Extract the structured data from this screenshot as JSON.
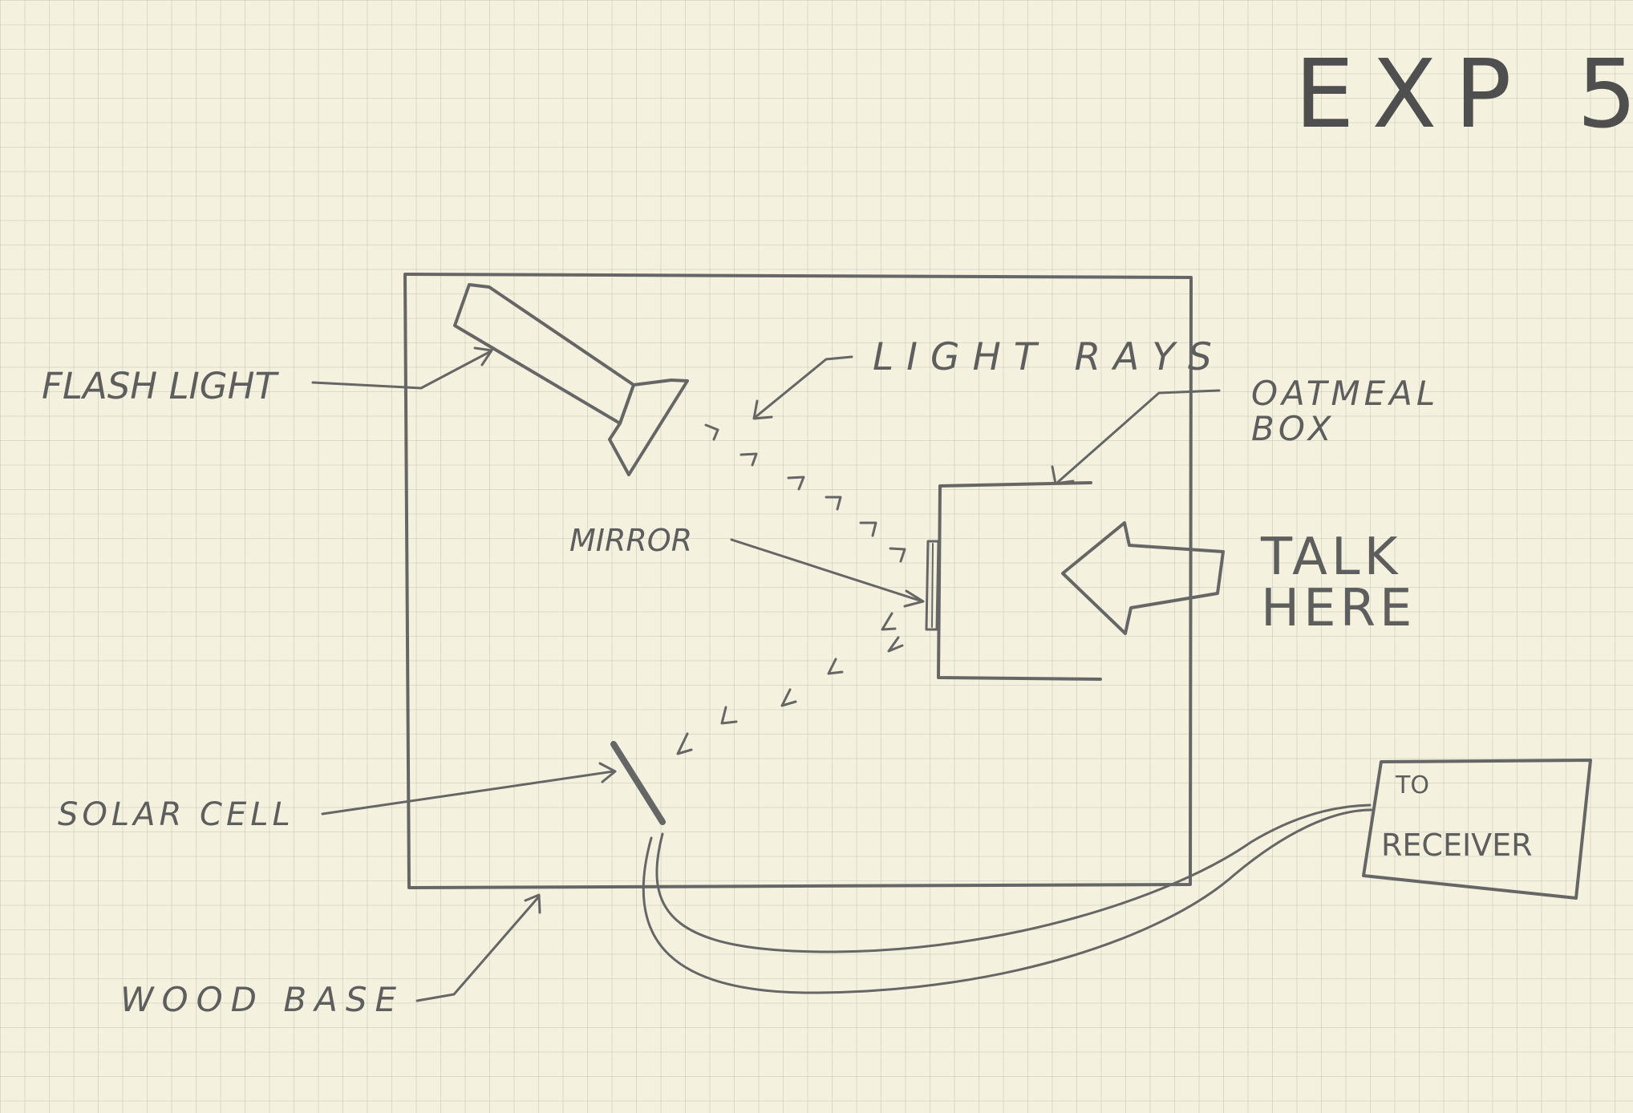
{
  "title": "EXP 5",
  "labels": {
    "flashlight": "FLASH LIGHT",
    "light_rays": "LIGHT RAYS",
    "oatmeal_box_line1": "OATMEAL",
    "oatmeal_box_line2": "BOX",
    "mirror": "MIRROR",
    "talk_here_line1": "TALK",
    "talk_here_line2": "HERE",
    "solar_cell": "SOLAR CELL",
    "wood_base": "WOOD BASE",
    "receiver_line1": "TO",
    "receiver_line2": "RECEIVER"
  },
  "colors": {
    "paper": "#f4f1de",
    "grid": "#9aa09a",
    "pencil": "#5e5e5e"
  }
}
